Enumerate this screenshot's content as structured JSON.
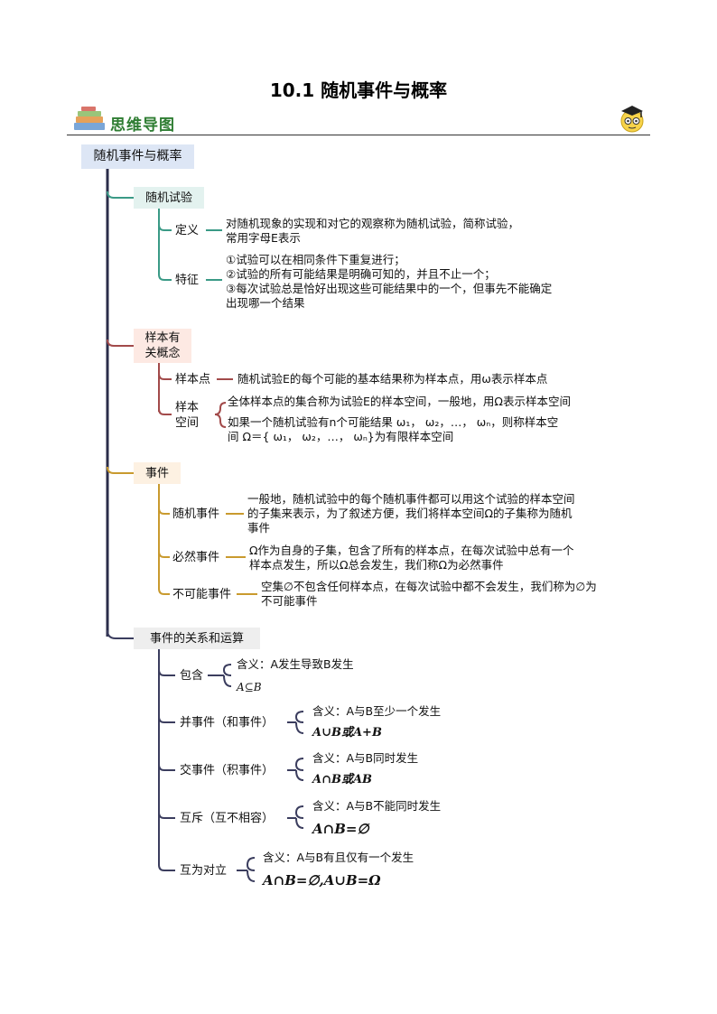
{
  "header": {
    "title": "10.1 随机事件与概率",
    "banner": "思维导图"
  },
  "root": "随机事件与概率",
  "branches": {
    "trial": {
      "label": "随机试验",
      "def_label": "定义",
      "def_text": [
        "对随机现象的实现和对它的观察称为随机试验，简称试验，",
        "常用字母E表示"
      ],
      "feat_label": "特征",
      "feat_text": [
        "①试验可以在相同条件下重复进行；",
        "②试验的所有可能结果是明确可知的，并且不止一个；",
        "③每次试验总是恰好出现这些可能结果中的一个，但事先不能确定",
        "出现哪一个结果"
      ]
    },
    "sample": {
      "label": [
        "样本有",
        "关概念"
      ],
      "point_label": "样本点",
      "point_text": "随机试验E的每个可能的基本结果称为样本点，用ω表示样本点",
      "space_label": [
        "样本",
        "空间"
      ],
      "space_text1": "全体样本点的集合称为试验E的样本空间，一般地，用Ω表示样本空间",
      "space_text2": [
        "如果一个随机试验有n个可能结果 ω₁， ω₂，…， ωₙ，则称样本空",
        "间 Ω＝{ ω₁， ω₂，…， ωₙ}为有限样本空间"
      ]
    },
    "event": {
      "label": "事件",
      "random_label": "随机事件",
      "random_text": [
        "一般地，随机试验中的每个随机事件都可以用这个试验的样本空间",
        "的子集来表示，为了叙述方便，我们将样本空间Ω的子集称为随机",
        "事件"
      ],
      "certain_label": "必然事件",
      "certain_text": [
        "Ω作为自身的子集，包含了所有的样本点，在每次试验中总有一个",
        "样本点发生，所以Ω总会发生，我们称Ω为必然事件"
      ],
      "impossible_label": "不可能事件",
      "impossible_text": [
        "空集∅不包含任何样本点，在每次试验中都不会发生，我们称为∅为",
        "不可能事件"
      ]
    },
    "relations": {
      "label": "事件的关系和运算",
      "inclusion_label": "包含",
      "inclusion_meaning": "含义：A发生导致B发生",
      "inclusion_formula": "A⊆B",
      "union_label": "并事件（和事件）",
      "union_meaning": "含义：A与B至少一个发生",
      "union_formula": "A∪B或A+B",
      "intersection_label": "交事件（积事件）",
      "intersection_meaning": "含义：A与B同时发生",
      "intersection_formula": "A∩B或AB",
      "exclusive_label": "互斥（互不相容）",
      "exclusive_meaning": "含义：A与B不能同时发生",
      "exclusive_formula": "A∩B=∅",
      "opposite_label": "互为对立",
      "opposite_meaning": "含义：A与B有且仅有一个发生",
      "opposite_formula": "A∩B=∅,A∪B=Ω"
    }
  },
  "colors": {
    "trunk": "#2b2d4a",
    "trial": "#3a9a86",
    "sample": "#a24a4a",
    "event": "#c99a2e",
    "relations": "#3b3d5e"
  }
}
